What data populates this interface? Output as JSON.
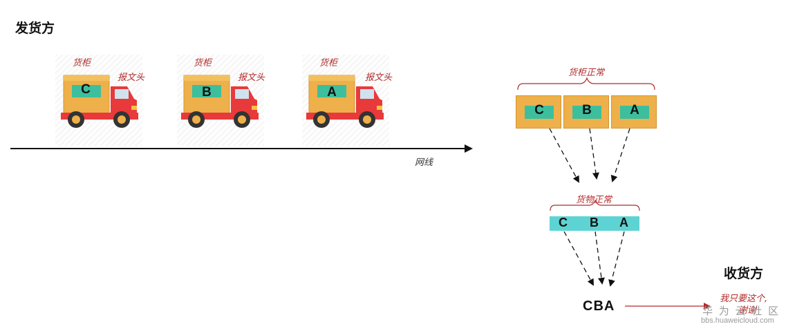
{
  "sender": {
    "title": "发货方"
  },
  "receiver": {
    "title": "收货方",
    "note": "我只要这个,",
    "note_tail": "谢谢"
  },
  "network": {
    "label": "网线"
  },
  "trucks": [
    {
      "container_label": "货柜",
      "header_label": "报文头",
      "letter": "C"
    },
    {
      "container_label": "货柜",
      "header_label": "报文头",
      "letter": "B"
    },
    {
      "container_label": "货柜",
      "header_label": "报文头",
      "letter": "A"
    }
  ],
  "containers": {
    "label": "货柜正常",
    "letters": [
      "C",
      "B",
      "A"
    ]
  },
  "goods": {
    "label": "货物正常",
    "letters": [
      "C",
      "B",
      "A"
    ]
  },
  "result": {
    "text": "CBA"
  },
  "watermark": {
    "text": "华 为 云 社 区",
    "url": "bbs.huaweicloud.com"
  },
  "colors": {
    "container": "#eeb04a",
    "container_inner": "#3dbf9d",
    "goods_bar": "#5ed3d3",
    "truck_red": "#e8393b",
    "annotation": "#b22b2b"
  }
}
